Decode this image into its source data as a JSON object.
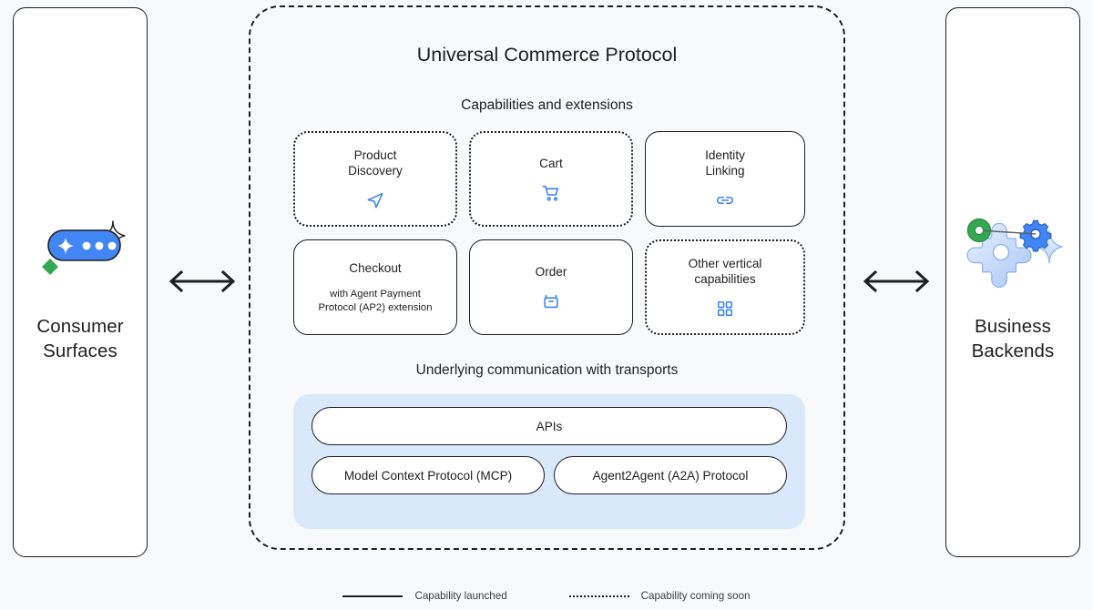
{
  "page": {
    "background": "#f8f9fb",
    "accent_blue": "#3b82f6",
    "transport_band": "#d9e8fb",
    "ink": "#1f1f1f"
  },
  "left_panel": {
    "label": "Consumer\nSurfaces",
    "icon": "ai-chat-sparkle-icon"
  },
  "right_panel": {
    "label": "Business\nBackends",
    "icon": "gears-sparkle-icon"
  },
  "connectors": {
    "left_arrow": "double-headed-arrow",
    "right_arrow": "double-headed-arrow"
  },
  "protocol": {
    "title": "Universal Commerce Protocol",
    "capabilities_heading": "Capabilities and extensions",
    "transports_heading": "Underlying communication with transports",
    "capabilities": [
      {
        "title": "Product\nDiscovery",
        "subtitle": "",
        "icon": "send-arrow-icon",
        "status": "soon"
      },
      {
        "title": "Cart",
        "subtitle": "",
        "icon": "shopping-cart-icon",
        "status": "soon"
      },
      {
        "title": "Identity\nLinking",
        "subtitle": "",
        "icon": "link-chain-icon",
        "status": "launched"
      },
      {
        "title": "Checkout",
        "subtitle": "with Agent Payment\nProtocol (AP2) extension",
        "icon": "",
        "status": "launched"
      },
      {
        "title": "Order",
        "subtitle": "",
        "icon": "inbox-box-icon",
        "status": "launched"
      },
      {
        "title": "Other vertical\ncapabilities",
        "subtitle": "",
        "icon": "grid-four-squares-icon",
        "status": "soon"
      }
    ],
    "transports": {
      "top": "APIs",
      "row": [
        "Model Context Protocol (MCP)",
        "Agent2Agent (A2A) Protocol"
      ]
    }
  },
  "legend": [
    {
      "style": "solid",
      "label": "Capability launched"
    },
    {
      "style": "dotted",
      "label": "Capability coming soon"
    }
  ]
}
